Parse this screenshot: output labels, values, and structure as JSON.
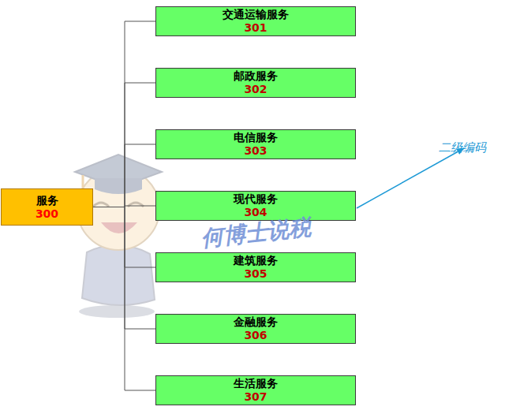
{
  "diagram": {
    "nodes": [
      {
        "text": [
          "服务",
          "300"
        ]
      },
      {
        "text": [
          "交通运输服务",
          "301"
        ]
      },
      {
        "text": [
          "邮政服务",
          "302"
        ]
      },
      {
        "text": [
          "电信服务",
          "303"
        ]
      },
      {
        "text": [
          "现代服务",
          "304"
        ]
      },
      {
        "text": [
          "建筑服务",
          "305"
        ]
      },
      {
        "text": [
          "金融服务",
          "306"
        ]
      },
      {
        "text": [
          "生活服务",
          "307"
        ]
      }
    ],
    "edges": [
      {
        "from": 0,
        "to": 1,
        "arrow": "none"
      },
      {
        "from": 0,
        "to": 2,
        "arrow": "none"
      },
      {
        "from": 0,
        "to": 3,
        "arrow": "none"
      },
      {
        "from": 0,
        "to": 4,
        "arrow": "none"
      },
      {
        "from": 0,
        "to": 5,
        "arrow": "none"
      },
      {
        "from": 0,
        "to": 6,
        "arrow": "none"
      },
      {
        "from": 0,
        "to": 7,
        "arrow": "none"
      }
    ],
    "labels": [
      "二级编码",
      "何博士说税"
    ]
  }
}
